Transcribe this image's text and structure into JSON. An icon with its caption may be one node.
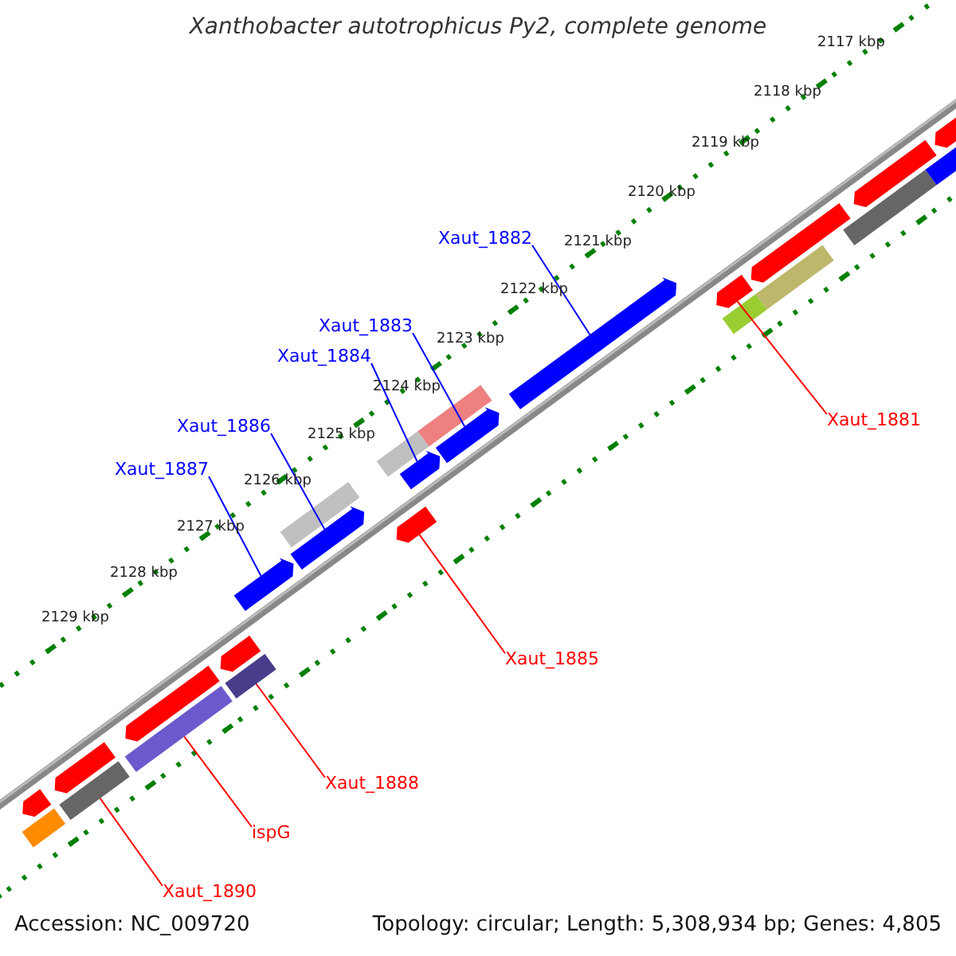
{
  "diagram": {
    "title": "Xanthobacter autotrophicus Py2, complete genome",
    "nodes": [
      {
        "text": [
          "Xaut_1882"
        ]
      },
      {
        "text": [
          "Xaut_1883"
        ]
      },
      {
        "text": [
          "Xaut_1884"
        ]
      },
      {
        "text": [
          "Xaut_1881"
        ]
      },
      {
        "text": [
          "Xaut_1886"
        ]
      },
      {
        "text": [
          "Xaut_1887"
        ]
      },
      {
        "text": [
          "Xaut_1885"
        ]
      },
      {
        "text": [
          "Xaut_1888"
        ]
      },
      {
        "text": [
          "ispG"
        ]
      },
      {
        "text": [
          "Xaut_1890"
        ]
      },
      {
        "text": [],
        "shape": "bar"
      },
      {
        "text": [],
        "shape": "bar"
      },
      {
        "text": [],
        "shape": "bar"
      },
      {
        "text": [],
        "shape": "bar"
      },
      {
        "text": [],
        "shape": "bar"
      },
      {
        "text": [],
        "shape": "bar"
      },
      {
        "text": [],
        "shape": "bar"
      },
      {
        "text": [],
        "shape": "bar"
      },
      {
        "text": [],
        "shape": "bar"
      },
      {
        "text": [],
        "shape": "bar"
      }
    ],
    "edges": [
      {
        "from": 0,
        "to": 18,
        "arrow": "none",
        "color": "#0000ff"
      },
      {
        "from": 1,
        "to": 17,
        "arrow": "none",
        "color": "#0000ff"
      },
      {
        "from": 2,
        "to": 16,
        "arrow": "none",
        "color": "#0000ff"
      },
      {
        "from": 3,
        "to": 19,
        "arrow": "none",
        "color": "#ff0000"
      },
      {
        "from": 4,
        "to": 14,
        "arrow": "none",
        "color": "#0000ff"
      },
      {
        "from": 5,
        "to": 13,
        "arrow": "none",
        "color": "#0000ff"
      },
      {
        "from": 6,
        "to": 15,
        "arrow": "none",
        "color": "#ff0000"
      },
      {
        "from": 7,
        "to": 12,
        "arrow": "none",
        "color": "#ff0000"
      },
      {
        "from": 8,
        "to": 11,
        "arrow": "none",
        "color": "#ff0000"
      },
      {
        "from": 9,
        "to": 10,
        "arrow": "none",
        "color": "#ff0000"
      }
    ],
    "labels": [
      "2117 kbp",
      "2118 kbp",
      "2119 kbp",
      "2120 kbp",
      "2121 kbp",
      "2122 kbp",
      "2123 kbp",
      "2124 kbp",
      "2125 kbp",
      "2126 kbp",
      "2127 kbp",
      "2128 kbp",
      "2129 kbp",
      "Accession: NC_009720",
      "Topology: circular; Length: 5,308,934 bp; Genes: 4,805"
    ]
  }
}
